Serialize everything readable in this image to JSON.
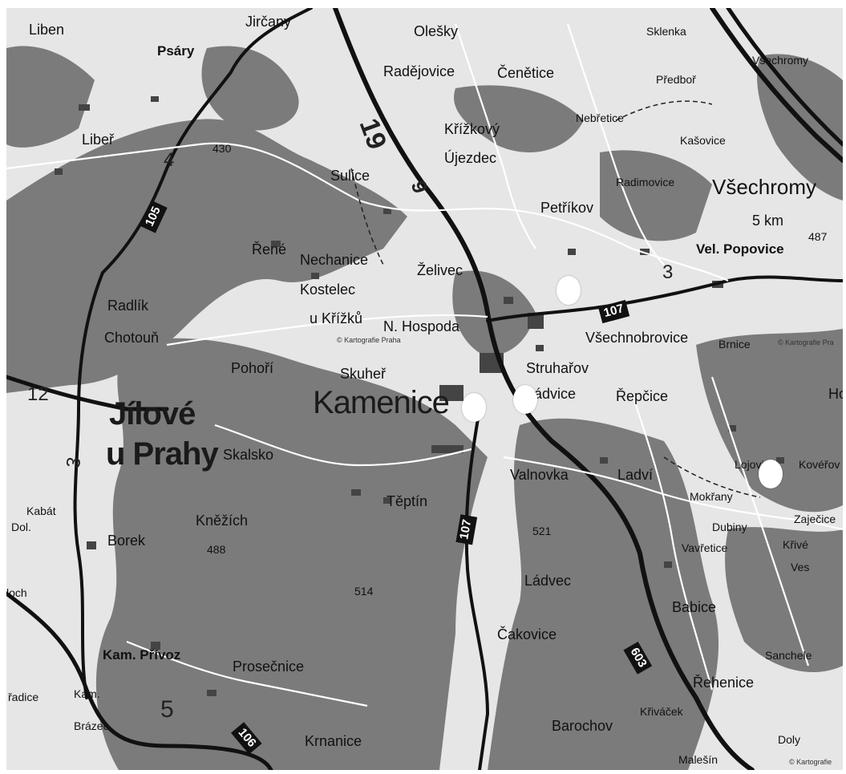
{
  "map": {
    "labels": {
      "liben_nw": "Liben",
      "psary": "Psáry",
      "jircany": "Jirčany",
      "olesky": "Olešky",
      "radejovice": "Radějovice",
      "cenetice": "Čenětice",
      "sklenka": "Sklenka",
      "vsestromy_top": "Všechromy",
      "predbor": "Předboř",
      "liber": "Libeř",
      "alt_430": "430",
      "krizkovy": "Křížkový",
      "ujezdec": "Újezdec",
      "nebretice": "Nebřetice",
      "kasovice": "Kašovice",
      "sulice": "Sulice",
      "radimovice": "Radimovice",
      "vsechromy": "Všechromy",
      "petrikov": "Petříkov",
      "dist_5km": "5 km",
      "alt_487": "487",
      "rene": "Řené",
      "nechanice": "Nechanice",
      "zelivec": "Želivec",
      "vel_popovice": "Vel. Popovice",
      "kostelec": "Kostelec",
      "u_krizku": "u Křížků",
      "radlik": "Radlík",
      "chotoun": "Chotouň",
      "n_hospoda": "N. Hospoda",
      "vsechnobrovice": "Všechnobrovice",
      "kartografie_1": "© Kartografie Praha",
      "kartografie_2": "© Kartografie Pra",
      "brnice": "Brnice",
      "pohori": "Pohoří",
      "skuhrov": "Skuheř",
      "kamenice": "Kamenice",
      "struharov": "Struhařov",
      "ladvice_top": "Ládvice",
      "repcice": "Řepčice",
      "jilove": "Jílové",
      "u_prahy": "u Prahy",
      "skalsko": "Skalsko",
      "valnovka": "Valnovka",
      "ladvi": "Ladví",
      "lojovice": "Lojovice",
      "koverov": "Kovéřov",
      "kabat": "Kabát",
      "dol": "Dol.",
      "tepter": "Těptín",
      "knezi": "Kněžích",
      "mokrany": "Mokřany",
      "zajecice": "Zaječice",
      "dubiny": "Dubiny",
      "krive": "Křivé",
      "borek": "Borek",
      "alt_488": "488",
      "alt_521": "521",
      "vavretice": "Vavřetice",
      "ves": "Ves",
      "ladvec": "Ládvec",
      "alt_514": "514",
      "loch": "loch",
      "babice": "Babice",
      "cakovice": "Čakovice",
      "kam_privoz": "Kam. Přívoz",
      "prosecnice": "Prosečnice",
      "sanchele": "Sanchele",
      "radice": "řadice",
      "kam": "Kam.",
      "rehenice": "Řehenice",
      "brazec": "Brázec",
      "barochov": "Barochov",
      "krivacek": "Křiváček",
      "krnanice": "Krnanice",
      "malesin": "Malešín",
      "doly": "Doly",
      "kartografie_3": "© Kartografie",
      "road_19": "19",
      "road_9": "9",
      "road_3": "3",
      "road_4": "4",
      "road_12": "12",
      "road_3b": "3",
      "road_5": "5",
      "ho": "Ho"
    },
    "shields": {
      "r105": "105",
      "r107_east": "107",
      "r107_south": "107",
      "r603": "603",
      "r106": "106"
    },
    "marker_color": "#ffffff",
    "land_color": "#e6e6e6",
    "forest_color": "#7b7b7b",
    "road_color": "#111111"
  }
}
